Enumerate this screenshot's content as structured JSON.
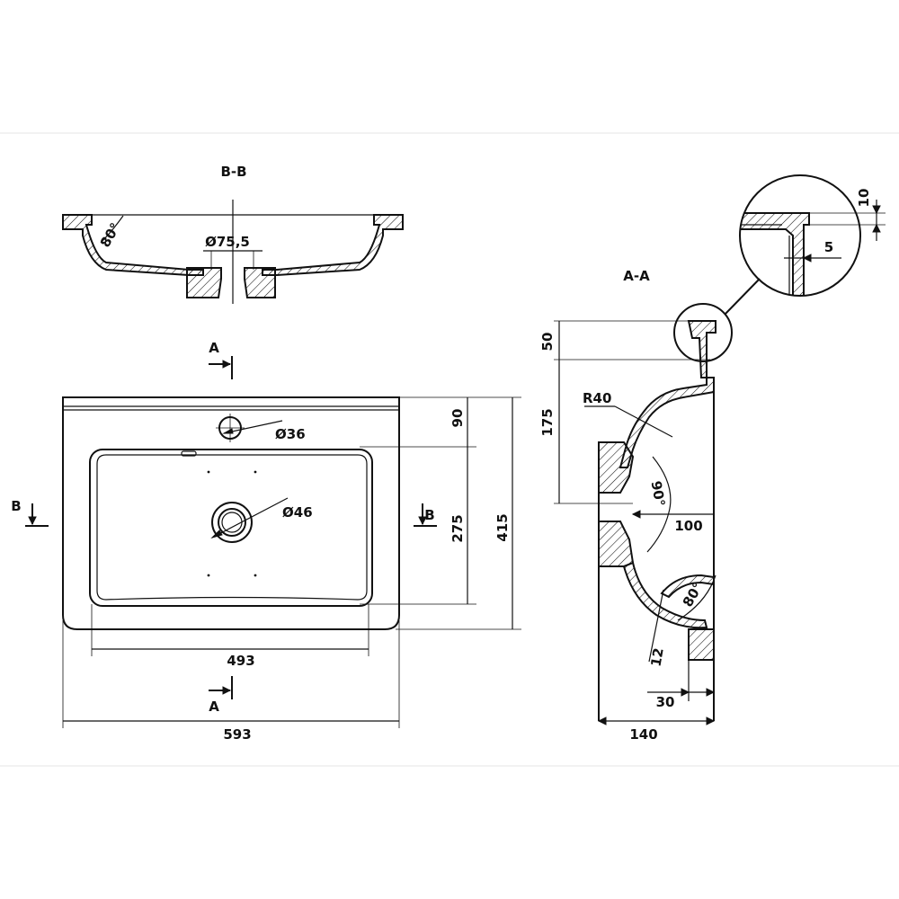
{
  "views": {
    "section_bb": {
      "title": "B-B",
      "drain_dia": "Ø75,5",
      "angle": "80°"
    },
    "top_view": {
      "cut_a_top": "A",
      "cut_a_bottom": "A",
      "cut_b_left": "B",
      "cut_b_right": "B",
      "tap_hole": "Ø36",
      "drain_hole": "Ø46",
      "dim_90": "90",
      "dim_275": "275",
      "dim_415": "415",
      "dim_493": "493",
      "dim_593": "593"
    },
    "section_aa": {
      "title": "A-A",
      "dim_50": "50",
      "dim_175": "175",
      "radius": "R40",
      "angle_90": "90°",
      "dim_100": "100",
      "angle_80": "80°",
      "dim_12": "12",
      "dim_30": "30",
      "dim_140": "140"
    },
    "detail": {
      "dim_10": "10",
      "dim_5": "5"
    }
  }
}
